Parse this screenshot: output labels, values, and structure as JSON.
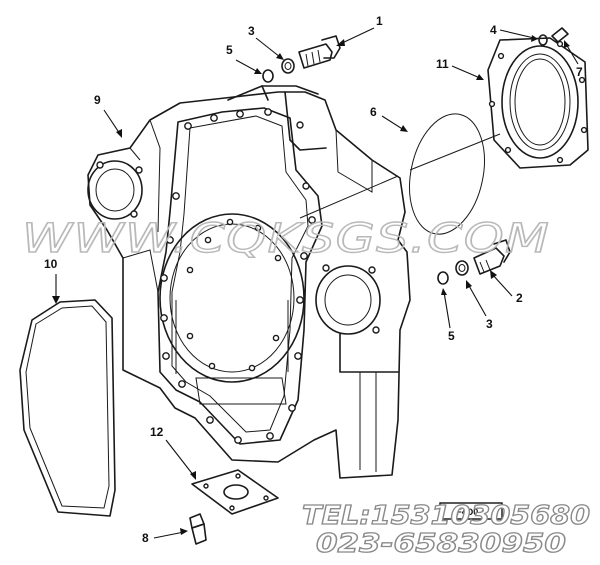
{
  "diagram": {
    "callouts": [
      {
        "id": "callout-1",
        "label": "1"
      },
      {
        "id": "callout-2",
        "label": "2"
      },
      {
        "id": "callout-3a",
        "label": "3"
      },
      {
        "id": "callout-3b",
        "label": "3"
      },
      {
        "id": "callout-4",
        "label": "4"
      },
      {
        "id": "callout-5a",
        "label": "5"
      },
      {
        "id": "callout-5b",
        "label": "5"
      },
      {
        "id": "callout-6",
        "label": "6"
      },
      {
        "id": "callout-7",
        "label": "7"
      },
      {
        "id": "callout-8",
        "label": "8"
      },
      {
        "id": "callout-9",
        "label": "9"
      },
      {
        "id": "callout-10",
        "label": "10"
      },
      {
        "id": "callout-11",
        "label": "11"
      },
      {
        "id": "callout-12",
        "label": "12"
      }
    ],
    "drawing_code": "F4D0 4",
    "watermark": "WWW.CQKSGS.COM",
    "phone_line_1": "TEL:15310305680",
    "phone_line_2": "023-65830950"
  }
}
